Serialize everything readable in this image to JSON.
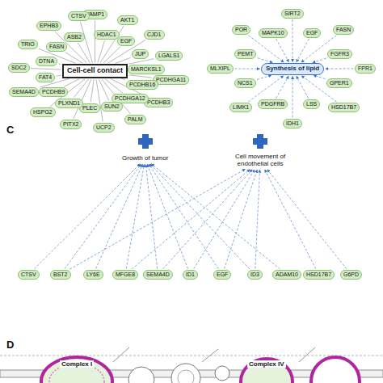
{
  "diagram": {
    "nodes": [
      {
        "text": [
          "Cell-cell contact"
        ]
      },
      {
        "text": [
          "VAMP1"
        ]
      },
      {
        "text": [
          "HDAC1"
        ]
      },
      {
        "text": [
          "AKT1"
        ]
      },
      {
        "text": [
          "EGF"
        ]
      },
      {
        "text": [
          "CJD1"
        ]
      },
      {
        "text": [
          "JUP"
        ]
      },
      {
        "text": [
          "LGALS1"
        ]
      },
      {
        "text": [
          "MARCKSL1"
        ]
      },
      {
        "text": [
          "PCDHGA11"
        ]
      },
      {
        "text": [
          "PCDHB16"
        ]
      },
      {
        "text": [
          "PCDHB3"
        ]
      },
      {
        "text": [
          "PCDHGA12"
        ]
      },
      {
        "text": [
          "PALM"
        ]
      },
      {
        "text": [
          "SUN2"
        ]
      },
      {
        "text": [
          "UCP2"
        ]
      },
      {
        "text": [
          "PLEC"
        ]
      },
      {
        "text": [
          "PITX2"
        ]
      },
      {
        "text": [
          "PLXND1"
        ]
      },
      {
        "text": [
          "HSPG2"
        ]
      },
      {
        "text": [
          "PCDHB9"
        ]
      },
      {
        "text": [
          "SEMA4D"
        ]
      },
      {
        "text": [
          "FAT4"
        ]
      },
      {
        "text": [
          "SDC2"
        ]
      },
      {
        "text": [
          "DTNA"
        ]
      },
      {
        "text": [
          "TRIO"
        ]
      },
      {
        "text": [
          "FASN"
        ]
      },
      {
        "text": [
          "EPHB3"
        ]
      },
      {
        "text": [
          "ASB2"
        ]
      },
      {
        "text": [
          "CTSV"
        ]
      },
      {
        "text": [
          "Synthesis of lipid"
        ]
      },
      {
        "text": [
          "SIRT2"
        ]
      },
      {
        "text": [
          "EGF"
        ]
      },
      {
        "text": [
          "FASN"
        ]
      },
      {
        "text": [
          "FGFR3"
        ]
      },
      {
        "text": [
          "FPR1"
        ]
      },
      {
        "text": [
          "GPER1"
        ]
      },
      {
        "text": [
          "HSD17B7"
        ]
      },
      {
        "text": [
          "LSS"
        ]
      },
      {
        "text": [
          "IDH1"
        ]
      },
      {
        "text": [
          "PDGFRB"
        ]
      },
      {
        "text": [
          "LIMK1"
        ]
      },
      {
        "text": [
          "NCS1"
        ]
      },
      {
        "text": [
          "MLXIPL"
        ]
      },
      {
        "text": [
          "PEMT"
        ]
      },
      {
        "text": [
          "POR"
        ]
      },
      {
        "text": [
          "MAPK10"
        ]
      },
      {
        "text": [
          "Growth of tumor"
        ]
      },
      {
        "text": [
          "Cell movement of endothelial cells"
        ]
      },
      {
        "text": [
          "CTSV"
        ]
      },
      {
        "text": [
          "BST2"
        ]
      },
      {
        "text": [
          "LY6E"
        ]
      },
      {
        "text": [
          "MFGE8"
        ]
      },
      {
        "text": [
          "SEMA4D"
        ]
      },
      {
        "text": [
          "ID1"
        ]
      },
      {
        "text": [
          "EGF"
        ]
      },
      {
        "text": [
          "ID3"
        ]
      },
      {
        "text": [
          "ADAM10"
        ]
      },
      {
        "text": [
          "HSD17B7"
        ]
      },
      {
        "text": [
          "G6PD"
        ]
      }
    ],
    "edges": [
      {
        "from": 1,
        "to": 0,
        "arrow": "none"
      },
      {
        "from": 2,
        "to": 0,
        "arrow": "none"
      },
      {
        "from": 3,
        "to": 0,
        "arrow": "none"
      },
      {
        "from": 4,
        "to": 0,
        "arrow": "none"
      },
      {
        "from": 5,
        "to": 0,
        "arrow": "none"
      },
      {
        "from": 6,
        "to": 0,
        "arrow": "none"
      },
      {
        "from": 7,
        "to": 0,
        "arrow": "none"
      },
      {
        "from": 8,
        "to": 0,
        "arrow": "none"
      },
      {
        "from": 9,
        "to": 0,
        "arrow": "none"
      },
      {
        "from": 10,
        "to": 0,
        "arrow": "none"
      },
      {
        "from": 11,
        "to": 0,
        "arrow": "none"
      },
      {
        "from": 12,
        "to": 0,
        "arrow": "none"
      },
      {
        "from": 13,
        "to": 0,
        "arrow": "none"
      },
      {
        "from": 14,
        "to": 0,
        "arrow": "none"
      },
      {
        "from": 15,
        "to": 0,
        "arrow": "none"
      },
      {
        "from": 16,
        "to": 0,
        "arrow": "none"
      },
      {
        "from": 17,
        "to": 0,
        "arrow": "none"
      },
      {
        "from": 18,
        "to": 0,
        "arrow": "none"
      },
      {
        "from": 19,
        "to": 0,
        "arrow": "none"
      },
      {
        "from": 20,
        "to": 0,
        "arrow": "none"
      },
      {
        "from": 21,
        "to": 0,
        "arrow": "none"
      },
      {
        "from": 22,
        "to": 0,
        "arrow": "none"
      },
      {
        "from": 23,
        "to": 0,
        "arrow": "none"
      },
      {
        "from": 24,
        "to": 0,
        "arrow": "none"
      },
      {
        "from": 25,
        "to": 0,
        "arrow": "none"
      },
      {
        "from": 26,
        "to": 0,
        "arrow": "none"
      },
      {
        "from": 27,
        "to": 0,
        "arrow": "none"
      },
      {
        "from": 28,
        "to": 0,
        "arrow": "none"
      },
      {
        "from": 29,
        "to": 0,
        "arrow": "none"
      },
      {
        "from": 31,
        "to": 30,
        "arrow": "to"
      },
      {
        "from": 32,
        "to": 30,
        "arrow": "to"
      },
      {
        "from": 33,
        "to": 30,
        "arrow": "to"
      },
      {
        "from": 34,
        "to": 30,
        "arrow": "to"
      },
      {
        "from": 35,
        "to": 30,
        "arrow": "to"
      },
      {
        "from": 36,
        "to": 30,
        "arrow": "to"
      },
      {
        "from": 37,
        "to": 30,
        "arrow": "to"
      },
      {
        "from": 38,
        "to": 30,
        "arrow": "to"
      },
      {
        "from": 39,
        "to": 30,
        "arrow": "to"
      },
      {
        "from": 40,
        "to": 30,
        "arrow": "to"
      },
      {
        "from": 41,
        "to": 30,
        "arrow": "to"
      },
      {
        "from": 42,
        "to": 30,
        "arrow": "to"
      },
      {
        "from": 43,
        "to": 30,
        "arrow": "to"
      },
      {
        "from": 44,
        "to": 30,
        "arrow": "to"
      },
      {
        "from": 45,
        "to": 30,
        "arrow": "to"
      },
      {
        "from": 46,
        "to": 30,
        "arrow": "to"
      },
      {
        "from": 49,
        "to": 47,
        "arrow": "to"
      },
      {
        "from": 50,
        "to": 47,
        "arrow": "to"
      },
      {
        "from": 51,
        "to": 47,
        "arrow": "to"
      },
      {
        "from": 52,
        "to": 47,
        "arrow": "to"
      },
      {
        "from": 53,
        "to": 47,
        "arrow": "to"
      },
      {
        "from": 54,
        "to": 47,
        "arrow": "to"
      },
      {
        "from": 55,
        "to": 47,
        "arrow": "to"
      },
      {
        "from": 56,
        "to": 47,
        "arrow": "to"
      },
      {
        "from": 57,
        "to": 47,
        "arrow": "to"
      },
      {
        "from": 50,
        "to": 48,
        "arrow": "to"
      },
      {
        "from": 52,
        "to": 48,
        "arrow": "to"
      },
      {
        "from": 53,
        "to": 48,
        "arrow": "to"
      },
      {
        "from": 54,
        "to": 48,
        "arrow": "to"
      },
      {
        "from": 55,
        "to": 48,
        "arrow": "to"
      },
      {
        "from": 56,
        "to": 48,
        "arrow": "to"
      },
      {
        "from": 58,
        "to": 48,
        "arrow": "to"
      },
      {
        "from": 59,
        "to": 48,
        "arrow": "to"
      }
    ],
    "labels": [
      "C",
      "D",
      "Complex I",
      "Complex IV"
    ]
  }
}
